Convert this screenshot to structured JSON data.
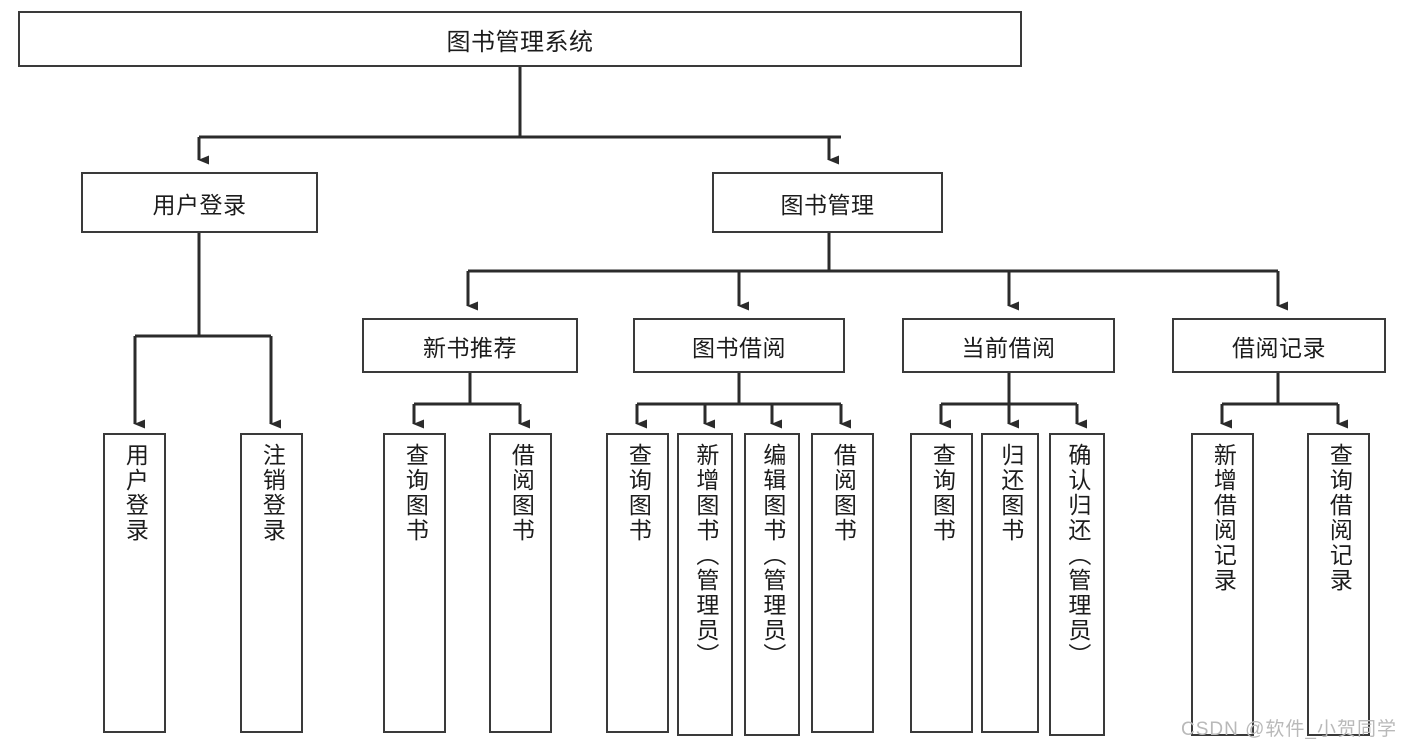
{
  "diagram": {
    "title": "图书管理系统",
    "type": "tree-hierarchy-diagram",
    "colors": {
      "box_border": "#3a3a3a",
      "box_fill": "#ffffff",
      "connector": "#2b2b2b",
      "text": "#1c1c1c",
      "watermark": "#b9b9b9"
    },
    "watermark": "CSDN @软件_小贺同学",
    "levels": {
      "root": {
        "label": "图书管理系统"
      },
      "level2": [
        {
          "label": "用户登录"
        },
        {
          "label": "图书管理"
        }
      ],
      "level3": [
        {
          "label": "新书推荐"
        },
        {
          "label": "图书借阅"
        },
        {
          "label": "当前借阅"
        },
        {
          "label": "借阅记录"
        }
      ],
      "leaves": [
        {
          "label": "用户登录",
          "parent": "用户登录"
        },
        {
          "label": "注销登录",
          "parent": "用户登录"
        },
        {
          "label": "查询图书",
          "parent": "新书推荐"
        },
        {
          "label": "借阅图书",
          "parent": "新书推荐"
        },
        {
          "label": "查询图书",
          "parent": "图书借阅"
        },
        {
          "label": "新增图书（管理员）",
          "parent": "图书借阅"
        },
        {
          "label": "编辑图书（管理员）",
          "parent": "图书借阅"
        },
        {
          "label": "借阅图书",
          "parent": "图书借阅"
        },
        {
          "label": "查询图书",
          "parent": "当前借阅"
        },
        {
          "label": "归还图书",
          "parent": "当前借阅"
        },
        {
          "label": "确认归还（管理员）",
          "parent": "当前借阅"
        },
        {
          "label": "新增借阅记录",
          "parent": "借阅记录"
        },
        {
          "label": "查询借阅记录",
          "parent": "借阅记录"
        }
      ]
    }
  }
}
